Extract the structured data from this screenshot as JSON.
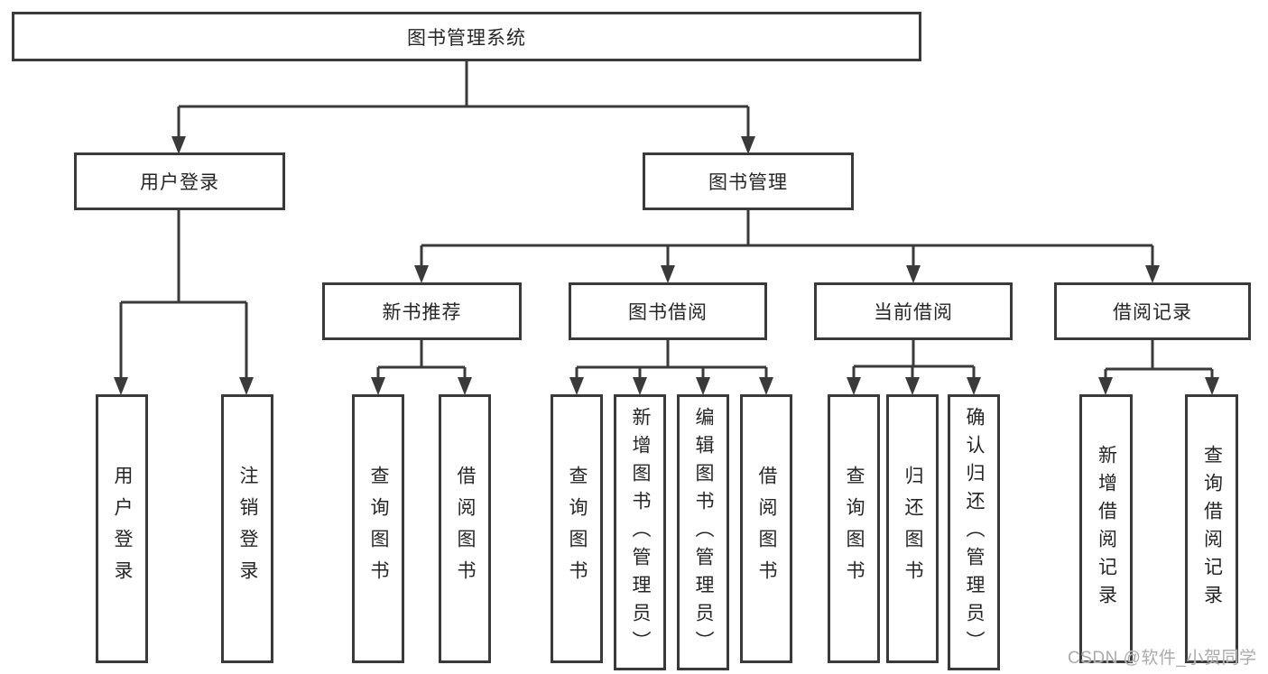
{
  "tree": {
    "root": {
      "label": "图书管理系统",
      "children": [
        {
          "label": "用户登录",
          "children": [
            {
              "label": "用户登录"
            },
            {
              "label": "注销登录"
            }
          ]
        },
        {
          "label": "图书管理",
          "children": [
            {
              "label": "新书推荐",
              "children": [
                {
                  "label": "查询图书"
                },
                {
                  "label": "借阅图书"
                }
              ]
            },
            {
              "label": "图书借阅",
              "children": [
                {
                  "label": "查询图书"
                },
                {
                  "label": "新增图书（管理员）"
                },
                {
                  "label": "编辑图书（管理员）"
                },
                {
                  "label": "借阅图书"
                }
              ]
            },
            {
              "label": "当前借阅",
              "children": [
                {
                  "label": "查询图书"
                },
                {
                  "label": "归还图书"
                },
                {
                  "label": "确认归还（管理员）"
                }
              ]
            },
            {
              "label": "借阅记录",
              "children": [
                {
                  "label": "新增借阅记录"
                },
                {
                  "label": "查询借阅记录"
                }
              ]
            }
          ]
        }
      ]
    }
  },
  "watermark": {
    "text": "CSDN @软件_小贺同学"
  },
  "colors": {
    "line": "#3a3a3a",
    "text": "#262626",
    "watermark": "#ababab",
    "background": "#ffffff"
  }
}
